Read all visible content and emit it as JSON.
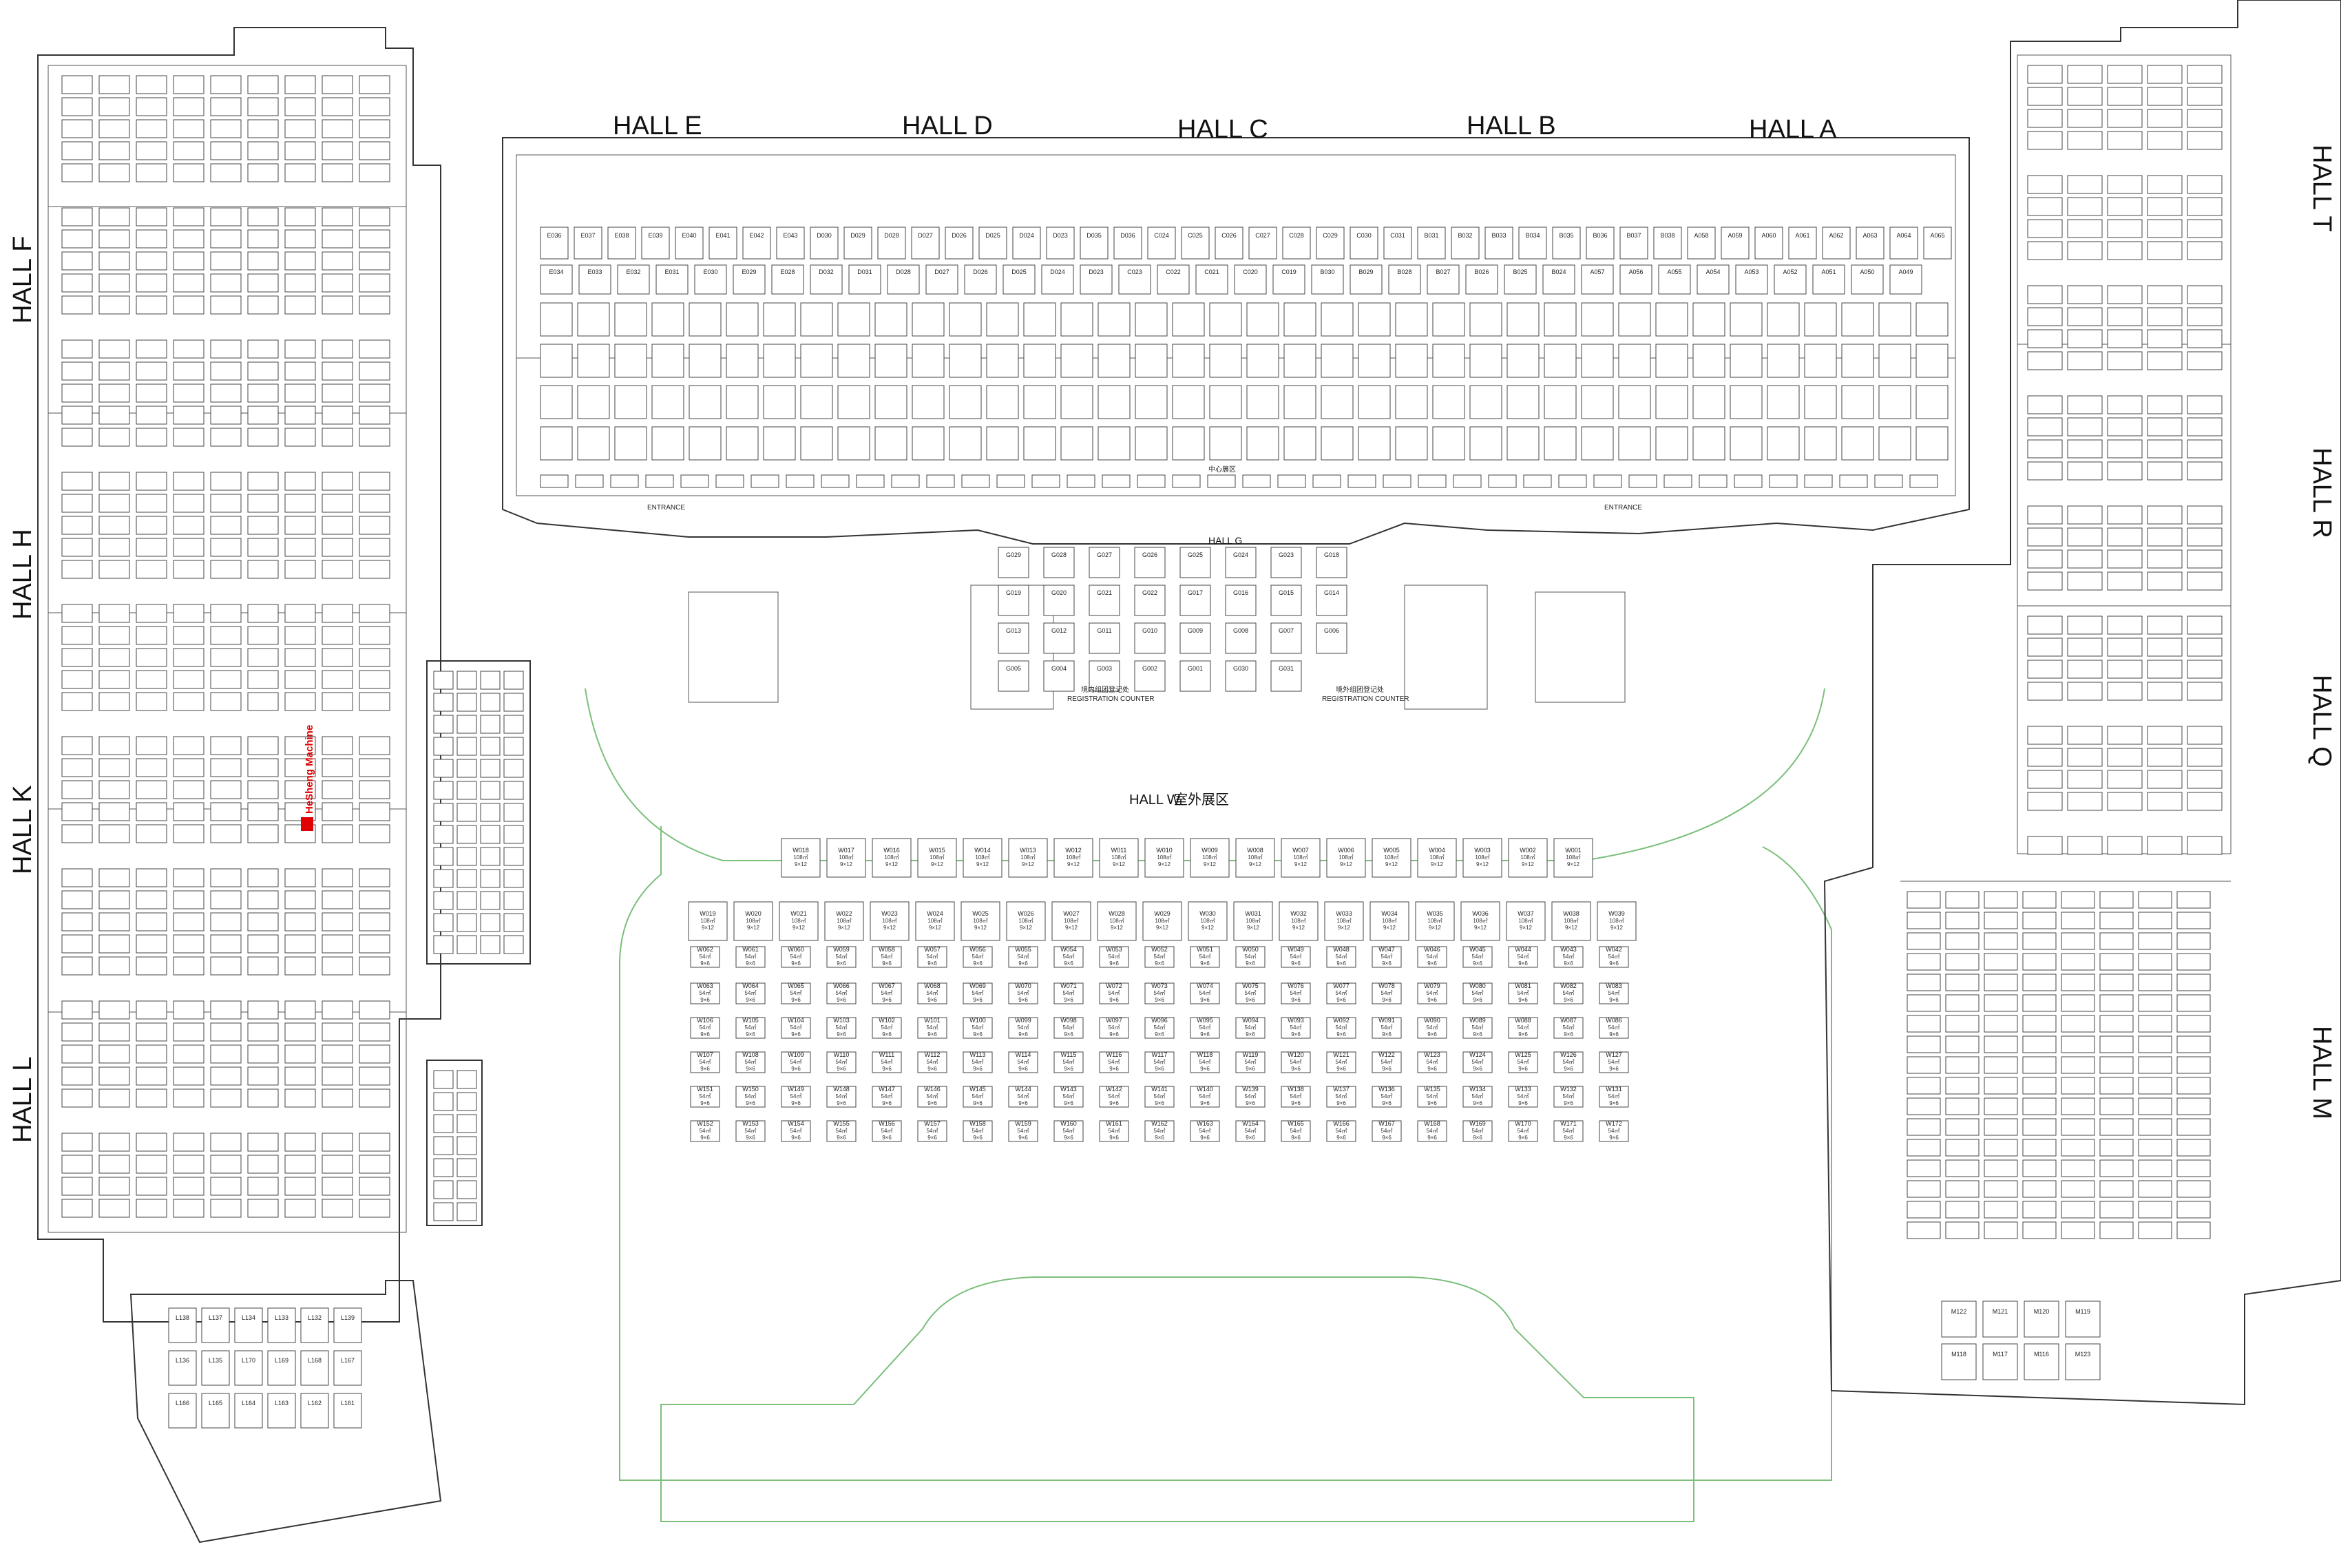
{
  "halls": {
    "E": "HALL E",
    "D": "HALL D",
    "C": "HALL C",
    "B": "HALL B",
    "A": "HALL A",
    "F": "HALL F",
    "H": "HALL H",
    "K": "HALL K",
    "L": "HALL L",
    "T": "HALL T",
    "R": "HALL R",
    "Q": "HALL Q",
    "M": "HALL M",
    "G": "HALL G",
    "W": "HALL W"
  },
  "outdoor_label": "室外展区",
  "center_label": "中心展区",
  "entrance_label": "ENTRANCE",
  "registration_labels": [
    "境内组团登记处",
    "REGISTRATION COUNTER",
    "境外组团登记处",
    "REGISTRATION COUNTER"
  ],
  "highlight": {
    "name": "HeSheng Machine",
    "color": "#e00000"
  },
  "w_rows": [
    {
      "ids": [
        "W018",
        "W017",
        "W016",
        "W015",
        "W014",
        "W013",
        "W012",
        "W011",
        "W010",
        "W009",
        "W008",
        "W007",
        "W006",
        "W005",
        "W004",
        "W003",
        "W002",
        "W001"
      ],
      "area": "108㎡",
      "dim": "9×12"
    },
    {
      "ids": [
        "W019",
        "W020",
        "W021",
        "W022",
        "W023",
        "W024",
        "W025",
        "W026",
        "W027",
        "W028",
        "W029",
        "W030",
        "W031",
        "W032",
        "W033",
        "W034",
        "W035",
        "W036",
        "W037",
        "W038",
        "W039"
      ],
      "area": "108㎡",
      "dim": "9×12"
    }
  ],
  "w_small_rows": [
    {
      "ids": [
        "W062",
        "W061",
        "W060",
        "W059",
        "W058",
        "W057",
        "W056",
        "W055",
        "W054",
        "W053",
        "W052",
        "W051",
        "W050",
        "W049",
        "W048",
        "W047",
        "W046",
        "W045",
        "W044",
        "W043",
        "W042"
      ],
      "area": "54㎡",
      "dim": "9×6"
    },
    {
      "ids": [
        "W063",
        "W064",
        "W065",
        "W066",
        "W067",
        "W068",
        "W069",
        "W070",
        "W071",
        "W072",
        "W073",
        "W074",
        "W075",
        "W076",
        "W077",
        "W078",
        "W079",
        "W080",
        "W081",
        "W082",
        "W083"
      ],
      "area": "54㎡",
      "dim": "9×6"
    },
    {
      "ids": [
        "W106",
        "W105",
        "W104",
        "W103",
        "W102",
        "W101",
        "W100",
        "W099",
        "W098",
        "W097",
        "W096",
        "W095",
        "W094",
        "W093",
        "W092",
        "W091",
        "W090",
        "W089",
        "W088",
        "W087",
        "W086"
      ],
      "area": "54㎡",
      "dim": "9×6"
    },
    {
      "ids": [
        "W107",
        "W108",
        "W109",
        "W110",
        "W111",
        "W112",
        "W113",
        "W114",
        "W115",
        "W116",
        "W117",
        "W118",
        "W119",
        "W120",
        "W121",
        "W122",
        "W123",
        "W124",
        "W125",
        "W126",
        "W127"
      ],
      "area": "54㎡",
      "dim": "9×6"
    },
    {
      "ids": [
        "W151",
        "W150",
        "W149",
        "W148",
        "W147",
        "W146",
        "W145",
        "W144",
        "W143",
        "W142",
        "W141",
        "W140",
        "W139",
        "W138",
        "W137",
        "W136",
        "W135",
        "W134",
        "W133",
        "W132",
        "W131"
      ],
      "area": "54㎡",
      "dim": "9×6"
    },
    {
      "ids": [
        "W152",
        "W153",
        "W154",
        "W155",
        "W156",
        "W157",
        "W158",
        "W159",
        "W160",
        "W161",
        "W162",
        "W163",
        "W164",
        "W165",
        "W166",
        "W167",
        "W168",
        "W169",
        "W170",
        "W171",
        "W172"
      ],
      "area": "54㎡",
      "dim": "9×6"
    }
  ],
  "hall_top_rows": [
    {
      "ids": [
        "E036",
        "E037",
        "E038",
        "E039",
        "E040",
        "E041",
        "E042",
        "E043",
        "D030",
        "D029",
        "D028",
        "D027",
        "D026",
        "D025",
        "D024",
        "D023",
        "D035",
        "D036",
        "C024",
        "C025",
        "C026",
        "C027",
        "C028",
        "C029",
        "C030",
        "C031",
        "B031",
        "B032",
        "B033",
        "B034",
        "B035",
        "B036",
        "B037",
        "B038",
        "A058",
        "A059",
        "A060",
        "A061",
        "A062",
        "A063",
        "A064",
        "A065"
      ]
    },
    {
      "ids": [
        "E034",
        "E033",
        "E032",
        "E031",
        "E030",
        "E029",
        "E028",
        "D032",
        "D031",
        "D028",
        "D027",
        "D026",
        "D025",
        "D024",
        "D023",
        "C023",
        "C022",
        "C021",
        "C020",
        "C019",
        "B030",
        "B029",
        "B028",
        "B027",
        "B026",
        "B025",
        "B024",
        "A057",
        "A056",
        "A055",
        "A054",
        "A053",
        "A052",
        "A051",
        "A050",
        "A049"
      ]
    }
  ],
  "g_booths": [
    "G029",
    "G028",
    "G027",
    "G026",
    "G025",
    "G024",
    "G023",
    "G018",
    "G019",
    "G020",
    "G021",
    "G022",
    "G017",
    "G016",
    "G015",
    "G014",
    "G013",
    "G012",
    "G011",
    "G010",
    "G009",
    "G008",
    "G007",
    "G006",
    "G005",
    "G004",
    "G003",
    "G002",
    "G001",
    "G030",
    "G031"
  ],
  "l_booths": [
    "L138",
    "L137",
    "L134",
    "L133",
    "L132",
    "L139",
    "L136",
    "L135",
    "L170",
    "L169",
    "L168",
    "L167",
    "L166",
    "L165",
    "L164",
    "L163",
    "L162",
    "L161"
  ],
  "m_booths": [
    "M122",
    "M121",
    "M120",
    "M119",
    "M118",
    "M117",
    "M116",
    "M123"
  ]
}
